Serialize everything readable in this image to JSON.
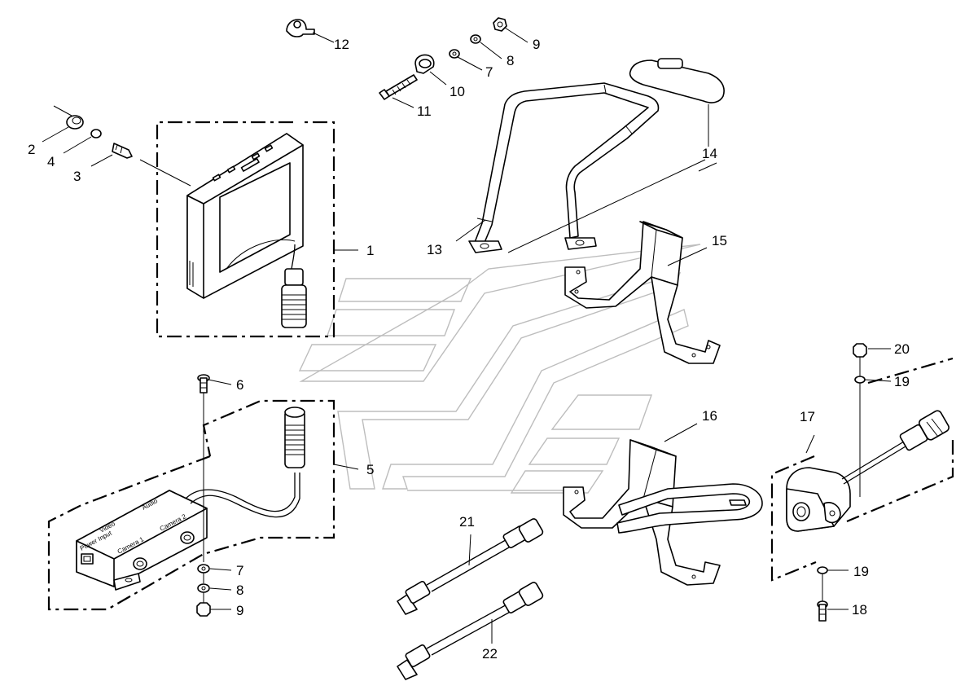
{
  "labels": {
    "p1": "1",
    "p2": "2",
    "p3": "3",
    "p4": "4",
    "p5": "5",
    "p6": "6",
    "p7a": "7",
    "p8a": "8",
    "p9a": "9",
    "p7b": "7",
    "p8b": "8",
    "p9b": "9",
    "p10": "10",
    "p11": "11",
    "p12": "12",
    "p13": "13",
    "p14": "14",
    "p15": "15",
    "p16": "16",
    "p17": "17",
    "p18": "18",
    "p19a": "19",
    "p19b": "19",
    "p20": "20",
    "p21": "21",
    "p22": "22"
  },
  "control_box": {
    "video": "Video",
    "audio": "Audio",
    "power_input": "Power Input",
    "camera1": "Camera 1",
    "camera2": "Camera 2"
  }
}
